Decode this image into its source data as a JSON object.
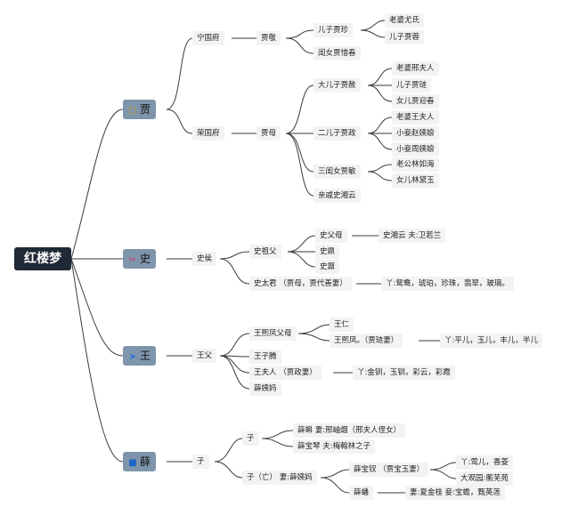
{
  "root": "红楼梦",
  "families": [
    {
      "icon": "folder-icon",
      "label": "贾"
    },
    {
      "icon": "scissors-icon",
      "label": "史"
    },
    {
      "icon": "paper-plane-icon",
      "label": "王"
    },
    {
      "icon": "flag-icon",
      "label": "薛"
    }
  ],
  "jia": {
    "ningguo": "宁国府",
    "jiajing": "贾敬",
    "jiazhen": "儿子贾珍",
    "youshi": "老婆尤氏",
    "jiarong": "儿子贾蓉",
    "xichun": "闺女贾惜春",
    "rongguo": "荣国府",
    "jiamu": "贾母",
    "jiashe": "大儿子贾赦",
    "xingfuren": "老婆邢夫人",
    "jialian": "儿子贾琏",
    "yingchun": "女儿贾迎春",
    "jiazheng": "二儿子贾政",
    "wangfuren": "老婆王夫人",
    "zhao": "小妾赵姨娘",
    "zhou": "小妾周姨娘",
    "jiamin": "三闺女贾敏",
    "linruhai": "老公林如海",
    "daiyu": "女儿林黛玉",
    "xiangyun": "亲戚史湘云"
  },
  "shi": {
    "shihou": "史侯",
    "zufu": "史祖父",
    "shifumu": "史父母",
    "xiangyun_husband": "史湘云 夫:卫若兰",
    "shiding": "史鼎",
    "shinai": "史鼐",
    "taijun": "史太君 （贾母，贾代善妻）",
    "taijun_maids": "丫:鸳鸯，琥珀，珍珠，翡翠，玻璃。"
  },
  "wang": {
    "wangfu": "王父",
    "xifeng_parents": "王熙凤父母",
    "wangren": "王仁",
    "xifeng": "王熙凤。（贾琏妻）",
    "xifeng_maids": "丫:平儿，玉儿，丰儿，半儿",
    "wangzitend": "王子腾",
    "wangfuren": "王夫人 （贾政妻）",
    "wangfuren_maids": "丫:金钏，玉钏，彩云，彩霞",
    "aunt_xue": "薛姨妈"
  },
  "xue": {
    "zi": "子",
    "zi2": "子",
    "xueke": "薛蝌 妻:邢岫烟（邢夫人侄女）",
    "baoqin": "薛宝琴 夫:梅翰林之子",
    "zi_dead": "子（亡） 妻:薛姨妈",
    "baochai": "薛宝钗 （贾宝玉妻）",
    "baochai_maids": "丫:莺儿，香菱",
    "daguanyuan": "大观园:蘅芜苑",
    "xuepan": "薛蟠",
    "xuepan_wives": "妻:夏金桂 妾:宝蟾，甄英莲"
  }
}
